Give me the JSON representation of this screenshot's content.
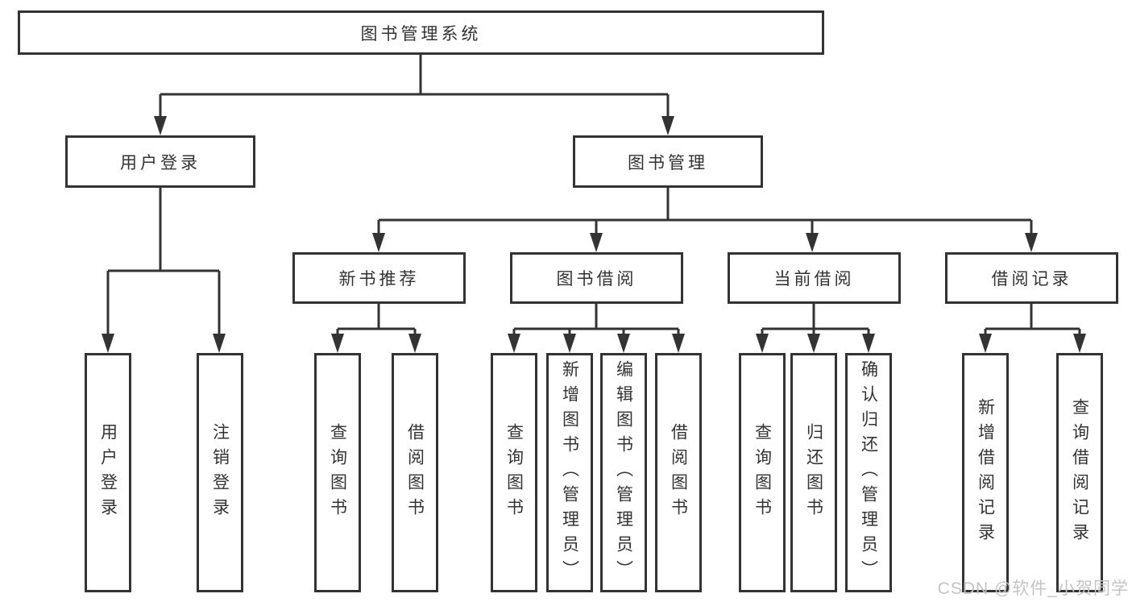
{
  "diagram": {
    "root": {
      "label": "图书管理系统"
    },
    "level2": {
      "user_login": {
        "label": "用户登录"
      },
      "book_mgmt": {
        "label": "图书管理"
      }
    },
    "level3": {
      "new_books": {
        "label": "新书推荐"
      },
      "book_borrow": {
        "label": "图书借阅"
      },
      "current_borrow": {
        "label": "当前借阅"
      },
      "borrow_records": {
        "label": "借阅记录"
      }
    },
    "leaves": [
      {
        "group": "user_login",
        "label": "用户登录"
      },
      {
        "group": "user_login",
        "label": "注销登录"
      },
      {
        "group": "new_books",
        "label": "查询图书"
      },
      {
        "group": "new_books",
        "label": "借阅图书"
      },
      {
        "group": "book_borrow",
        "label": "查询图书"
      },
      {
        "group": "book_borrow",
        "label": "新增图书（管理员）"
      },
      {
        "group": "book_borrow",
        "label": "编辑图书（管理员）"
      },
      {
        "group": "book_borrow",
        "label": "借阅图书"
      },
      {
        "group": "current_borrow",
        "label": "查询图书"
      },
      {
        "group": "current_borrow",
        "label": "归还图书"
      },
      {
        "group": "current_borrow",
        "label": "确认归还（管理员）"
      },
      {
        "group": "borrow_records",
        "label": "新增借阅记录"
      },
      {
        "group": "borrow_records",
        "label": "查询借阅记录"
      }
    ],
    "watermark": "CSDN @软件_小贺同学",
    "colors": {
      "line": "#333333",
      "text": "#333333",
      "watermark": "#c4c4c4",
      "background": "#ffffff"
    }
  }
}
